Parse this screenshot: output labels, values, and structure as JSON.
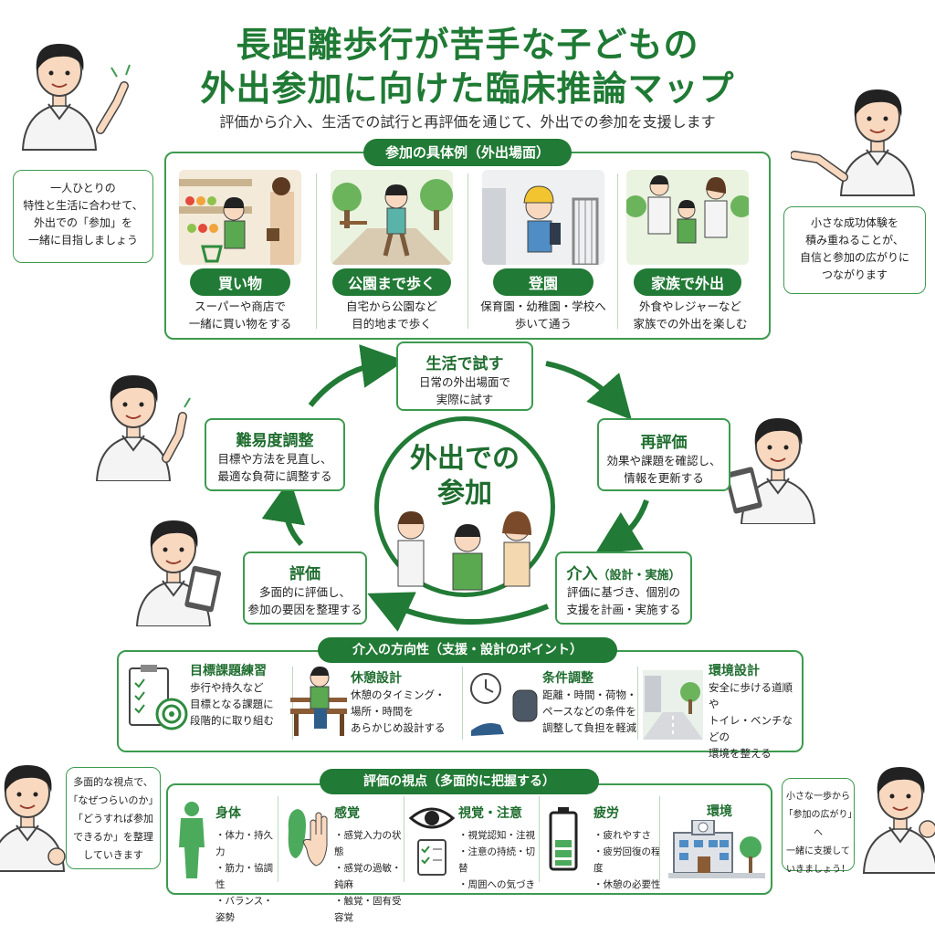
{
  "header": {
    "title_line1": "長距離歩行が苦手な子どもの",
    "title_line2": "外出参加に向けた臨床推論マップ",
    "subtitle": "評価から介入、生活での試行と再評価を通じて、外出での参加を支援します"
  },
  "examples": {
    "heading": "参加の具体例（外出場面）",
    "items": [
      {
        "label": "買い物",
        "desc1": "スーパーや商店で",
        "desc2": "一緒に買い物をする"
      },
      {
        "label": "公園まで歩く",
        "desc1": "自宅から公園など",
        "desc2": "目的地まで歩く"
      },
      {
        "label": "登園",
        "desc1": "保育園・幼稚園・学校へ",
        "desc2": "歩いて通う"
      },
      {
        "label": "家族で外出",
        "desc1": "外食やレジャーなど",
        "desc2": "家族での外出を楽しむ"
      }
    ]
  },
  "bubbles": {
    "top_left": [
      "一人ひとりの",
      "特性と生活に合わせて、",
      "外出での「参加」を",
      "一緒に目指しましょう"
    ],
    "top_right": [
      "小さな成功体験を",
      "積み重ねることが、",
      "自信と参加の広がりに",
      "つながります"
    ],
    "bottom_left": [
      "多面的な視点で、",
      "「なぜつらいのか」",
      "「どうすれば参加",
      "できるか」を整理",
      "していきます"
    ],
    "bottom_right": [
      "小さな一歩から",
      "「参加の広がり」へ",
      "一緒に支援して",
      "いきましょう！"
    ]
  },
  "cycle": {
    "center_line1": "外出での",
    "center_line2": "参加",
    "try": {
      "title": "生活で試す",
      "desc1": "日常の外出場面で",
      "desc2": "実際に試す"
    },
    "reeval": {
      "title": "再評価",
      "desc1": "効果や課題を確認し、",
      "desc2": "情報を更新する"
    },
    "intervene": {
      "title": "介入",
      "title_sub": "（設計・実施）",
      "desc1": "評価に基づき、個別の",
      "desc2": "支援を計画・実施する"
    },
    "eval": {
      "title": "評価",
      "desc1": "多面的に評価し、",
      "desc2": "参加の要因を整理する"
    },
    "adjust": {
      "title": "難易度調整",
      "desc1": "目標や方法を見直し、",
      "desc2": "最適な負荷に調整する"
    }
  },
  "directions": {
    "heading": "介入の方向性（支援・設計のポイント）",
    "items": [
      {
        "title": "目標課題練習",
        "d1": "歩行や持久など",
        "d2": "目標となる課題に",
        "d3": "段階的に取り組む"
      },
      {
        "title": "休憩設計",
        "d1": "休憩のタイミング・",
        "d2": "場所・時間を",
        "d3": "あらかじめ設計する"
      },
      {
        "title": "条件調整",
        "d1": "距離・時間・荷物・",
        "d2": "ペースなどの条件を",
        "d3": "調整して負担を軽減"
      },
      {
        "title": "環境設計",
        "d1": "安全に歩ける道順や",
        "d2": "トイレ・ベンチなどの",
        "d3": "環境を整える"
      }
    ]
  },
  "perspectives": {
    "heading": "評価の視点（多面的に把握する）",
    "items": [
      {
        "title": "身体",
        "d1": "・体力・持久力",
        "d2": "・筋力・協調性",
        "d3": "・バランス・姿勢"
      },
      {
        "title": "感覚",
        "d1": "・感覚入力の状態",
        "d2": "・感覚の過敏・鈍麻",
        "d3": "・触覚・固有受容覚"
      },
      {
        "title": "視覚・注意",
        "d1": "・視覚認知・注視",
        "d2": "・注意の持続・切替",
        "d3": "・周囲への気づき"
      },
      {
        "title": "疲労",
        "d1": "・疲れやすさ",
        "d2": "・疲労回復の程度",
        "d3": "・休憩の必要性"
      },
      {
        "title": "環境",
        "d1": "",
        "d2": "",
        "d3": ""
      }
    ]
  },
  "colors": {
    "brand_green": "#217a35",
    "accent_green": "#3d9a4f",
    "light_green": "#e8f4ea"
  }
}
